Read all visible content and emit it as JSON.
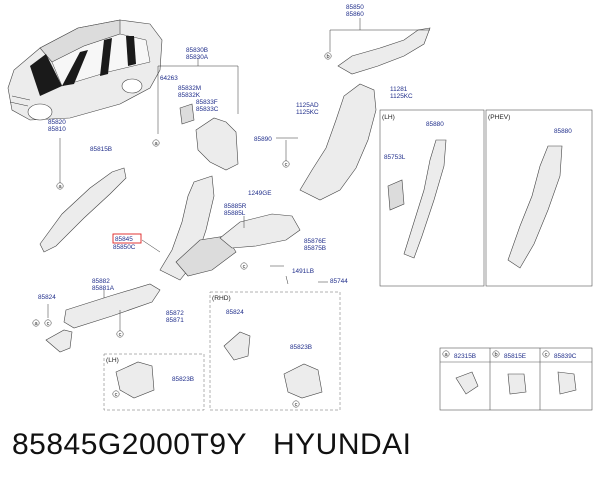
{
  "caption": {
    "part_number": "85845G2000T9Y",
    "brand": "HYUNDAI"
  },
  "labels": {
    "p85850": "85850",
    "p85860": "85860",
    "p85830B": "85830B",
    "p85830A": "85830A",
    "p64263": "64263",
    "p85832M": "85832M",
    "p85832K": "85832K",
    "p85833F": "85833F",
    "p85833C": "85833C",
    "p85820": "85820",
    "p85810": "85810",
    "p85815B": "85815B",
    "p85890": "85890",
    "p1125AD": "1125AD",
    "p1125KC_a": "1125KC",
    "p11281": "11281",
    "p1125KC_b": "1125KC",
    "p1249GE": "1249GE",
    "p85885R": "85885R",
    "p85885L": "85885L",
    "p85845": "85845",
    "p85850C": "85850C",
    "p85876E": "85876E",
    "p85875B": "85875B",
    "p1491LB": "1491LB",
    "p85744": "85744",
    "p85882": "85882",
    "p85881A": "85881A",
    "p85824_a": "85824",
    "p85872": "85872",
    "p85871": "85871",
    "p85824_b": "85824",
    "p85823B_a": "85823B",
    "p85823B_b": "85823B",
    "p85880_lh": "85880",
    "p85753L": "85753L",
    "p85880_phev": "85880",
    "p82315B": "82315B",
    "p85815E": "85815E",
    "p85839C": "85839C"
  },
  "headers": {
    "lh_a": "(LH)",
    "phev": "(PHEV)",
    "rhd": "(RHD)",
    "lh_b": "(LH)"
  },
  "callouts": {
    "a": "a",
    "b": "b",
    "c": "c"
  }
}
